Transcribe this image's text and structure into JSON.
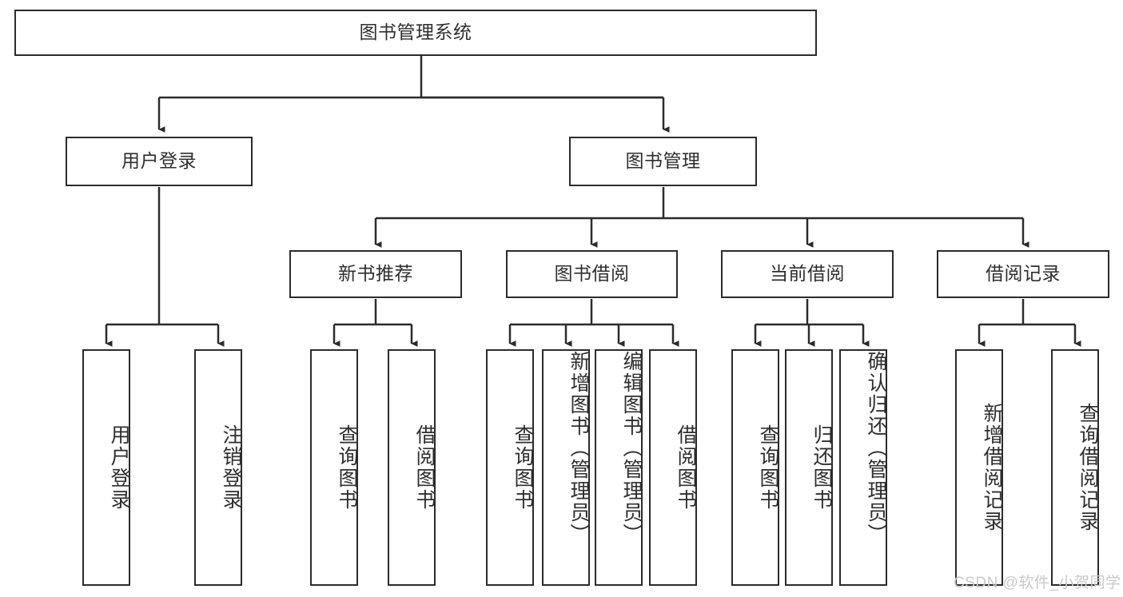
{
  "diagram": {
    "title": "图书管理系统",
    "type": "tree-hierarchy-diagram",
    "colors": {
      "box_border": "#2b2b2b",
      "box_fill": "#ffffff",
      "text": "#2e2e2e",
      "connector": "#2b2b2b",
      "watermark": "#c9c9c9",
      "background": "#ffffff"
    },
    "root": {
      "label": "图书管理系统"
    },
    "level2": [
      {
        "label": "用户登录"
      },
      {
        "label": "图书管理"
      }
    ],
    "level3": [
      {
        "label": "新书推荐"
      },
      {
        "label": "图书借阅"
      },
      {
        "label": "当前借阅"
      },
      {
        "label": "借阅记录"
      }
    ],
    "leaves": {
      "user_login": [
        {
          "label": "用户登录"
        },
        {
          "label": "注销登录"
        }
      ],
      "new_book_recommend": [
        {
          "label": "查询图书"
        },
        {
          "label": "借阅图书"
        }
      ],
      "book_borrow": [
        {
          "label": "查询图书"
        },
        {
          "label": "新增图书（管理员）"
        },
        {
          "label": "编辑图书（管理员）"
        },
        {
          "label": "借阅图书"
        }
      ],
      "current_borrow": [
        {
          "label": "查询图书"
        },
        {
          "label": "归还图书"
        },
        {
          "label": "确认归还（管理员）"
        }
      ],
      "borrow_record": [
        {
          "label": "新增借阅记录"
        },
        {
          "label": "查询借阅记录"
        }
      ]
    }
  },
  "watermark": {
    "text": "CSDN @软件_小贺同学"
  }
}
